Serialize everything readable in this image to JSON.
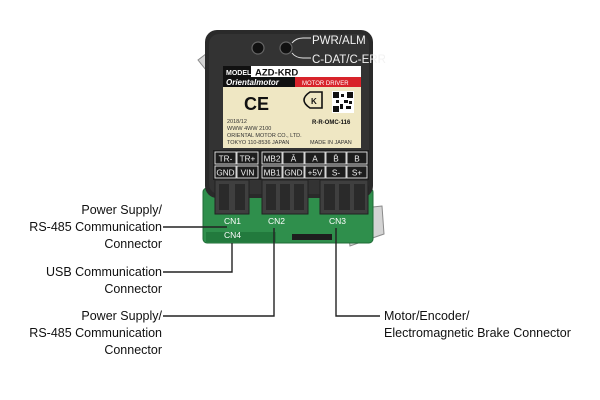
{
  "device": {
    "led_labels": [
      "PWR/ALM",
      "C-DAT/C-ERR"
    ],
    "model_label": "MODEL",
    "model_name": "AZD-KRD",
    "brand": "Orientalmotor",
    "product_type": "MOTOR DRIVER",
    "ce_mark": "CE",
    "kc_code": "R-R-OMC-116",
    "date": "2018/12",
    "serial": "WWW 4WW 2100",
    "company_line": "ORIENTAL MOTOR CO., LTD.",
    "address_line": "TOKYO 110-8536 JAPAN",
    "made_in": "MADE IN JAPAN",
    "pins_top": [
      "TR-",
      "TR+",
      "MB2",
      "Ā",
      "A",
      "B̄",
      "B"
    ],
    "pins_bottom": [
      "GND",
      "VIN",
      "MB1",
      "GND",
      "+5V",
      "S-",
      "S+"
    ],
    "connectors": [
      "CN1",
      "CN2",
      "CN3",
      "CN4"
    ]
  },
  "callouts": {
    "cn1": [
      "Power Supply/",
      "RS-485 Communication",
      "Connector"
    ],
    "cn4": [
      "USB Communication",
      "Connector"
    ],
    "cn2": [
      "Power Supply/",
      "RS-485 Communication",
      "Connector"
    ],
    "cn3": [
      "Motor/Encoder/",
      "Electromagnetic Brake Connector"
    ]
  }
}
